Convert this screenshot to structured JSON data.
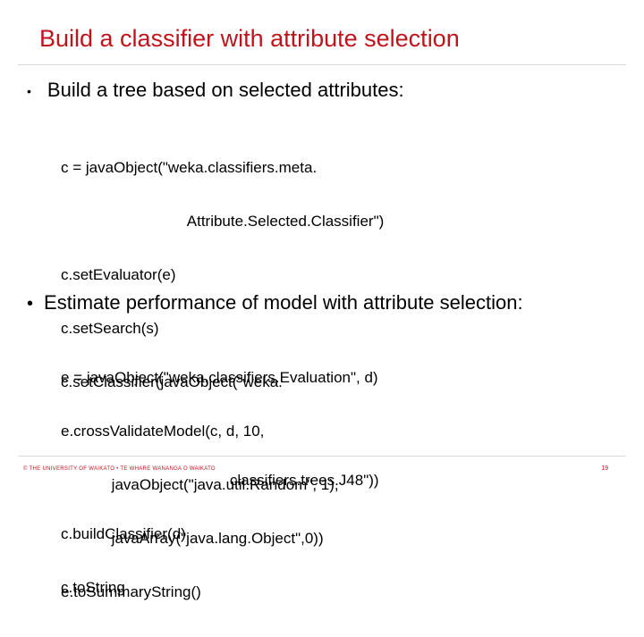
{
  "slide": {
    "title": "Build a classifier with attribute selection",
    "bullets": [
      {
        "marker": "•",
        "text": "Build a tree based on selected attributes:"
      },
      {
        "marker": "•",
        "text": "Estimate performance of model with attribute selection:"
      }
    ],
    "code_block_1": [
      "c = javaObject(\"weka.classifiers.meta.",
      "                              Attribute.Selected.Classifier\")",
      "c.setEvaluator(e)",
      "c.setSearch(s)",
      "c.setClassifier(javaObject(\"weka.",
      "",
      "                                        classifiers.trees.J48\"))",
      "c.buildClassifier(d)",
      "c.toString"
    ],
    "code_block_2": [
      "e = javaObject(\"weka.classifiers.Evaluation\", d)",
      "e.crossValidateModel(c, d, 10,",
      "            javaObject(\"java.util.Random\", 1),",
      "            javaArray(\"java.lang.Object\",0))",
      "e.toSummaryString()"
    ],
    "footer": {
      "text": "© THE UNIVERSITY OF WAIKATO  •  TE WHARE WANANGA O WAIKATO",
      "page_number": "19"
    }
  },
  "colors": {
    "accent": "#c0141c",
    "text": "#000000",
    "background": "#ffffff"
  }
}
